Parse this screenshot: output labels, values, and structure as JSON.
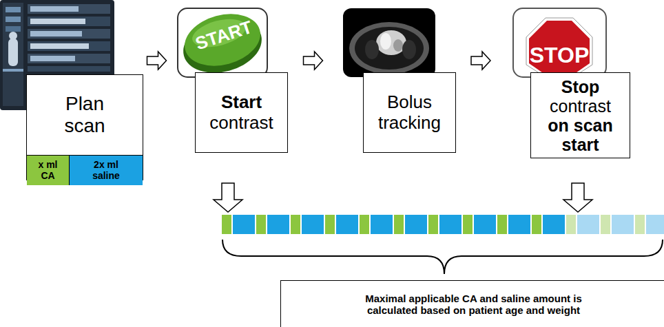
{
  "diagram": {
    "nodes": [
      {
        "text": [
          "Plan scan"
        ]
      },
      {
        "text": [
          "x ml CA"
        ],
        "in": 0
      },
      {
        "text": [
          "2x ml saline"
        ],
        "in": 0
      },
      {
        "text": [
          "Start contrast"
        ]
      },
      {
        "text": [
          "Bolus tracking"
        ]
      },
      {
        "text": [
          "Stop contrast on scan start"
        ]
      },
      {
        "text": [
          "Maximal applicable CA and saline amount is calculated based on patient age and weight"
        ]
      }
    ],
    "edges": [
      {
        "from": 0,
        "to": 3,
        "arrow": "to"
      },
      {
        "from": 3,
        "to": 4,
        "arrow": "to"
      },
      {
        "from": 4,
        "to": 5,
        "arrow": "to"
      }
    ],
    "labels": [
      "START",
      "STOP"
    ]
  }
}
